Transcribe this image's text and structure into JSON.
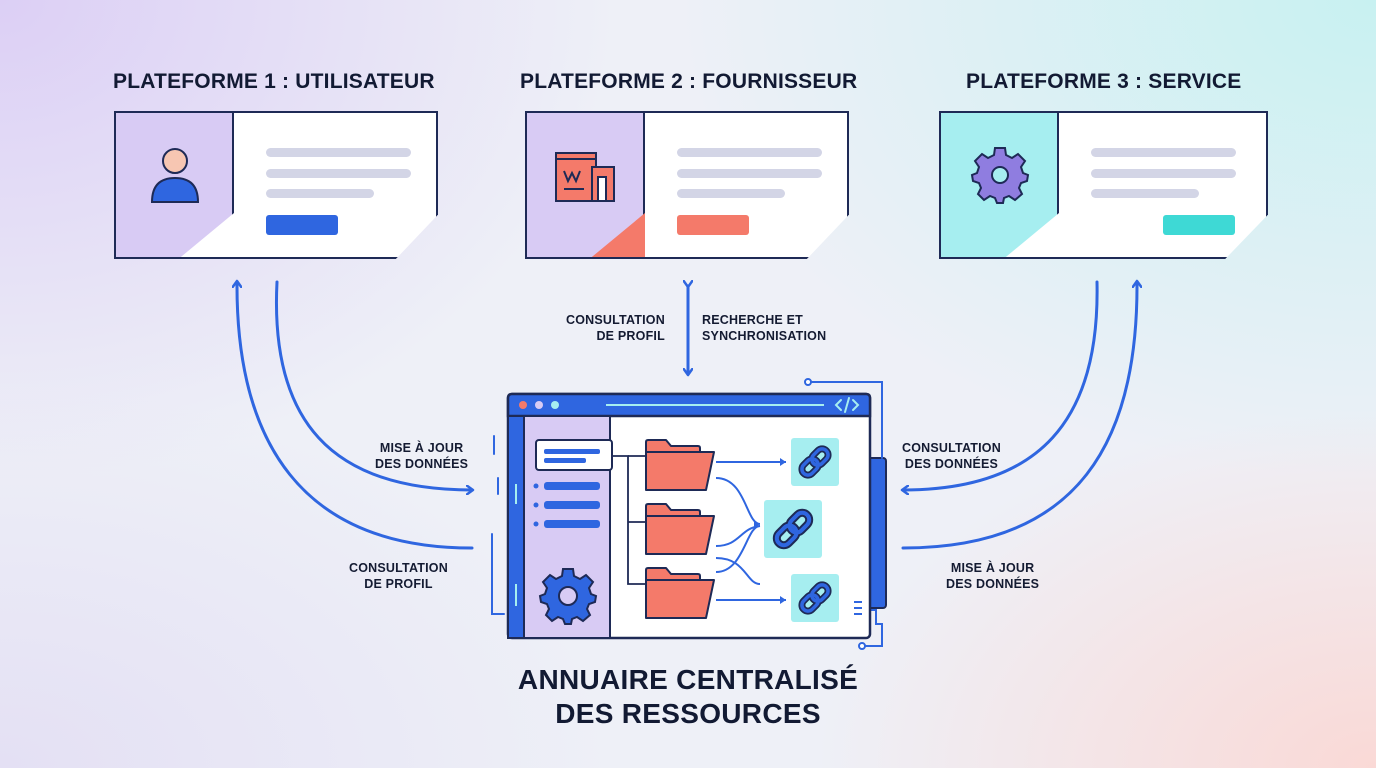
{
  "platforms": [
    {
      "title": "PLATEFORME 1 : UTILISATEUR",
      "icon": "user-icon",
      "accent": "#2f66e0",
      "side_color": "#d8cbf4"
    },
    {
      "title": "PLATEFORME 2 : FOURNISSEUR",
      "icon": "supplier-icon",
      "accent": "#f47a6a",
      "side_color": "#d8cbf4"
    },
    {
      "title": "PLATEFORME 3 : SERVICE",
      "icon": "gear-icon",
      "accent": "#3ed9d5",
      "side_color": "#a6eef0"
    }
  ],
  "flows": {
    "left_top": "MISE À JOUR\nDES DONNÉES",
    "left_bottom": "CONSULTATION\nDE PROFIL",
    "center_left": "CONSULTATION\nDE PROFIL",
    "center_right": "RECHERCHE ET\nSYNCHRONISATION",
    "right_top": "CONSULTATION\nDES DONNÉES",
    "right_bottom": "MISE À JOUR\nDES DONNÉES"
  },
  "directory": {
    "title_line1": "ANNUAIRE CENTRALISÉ",
    "title_line2": "DES RESSOURCES",
    "code_icon": "code-icon",
    "gear_icon": "gear-icon",
    "folder_icon": "folder-icon",
    "link_icon": "link-icon"
  },
  "colors": {
    "arrow": "#2f66e0",
    "outline": "#1e2a56",
    "folder": "#f47a6a",
    "link_bg": "#a6eef0",
    "sidebar": "#d8cbf4"
  }
}
